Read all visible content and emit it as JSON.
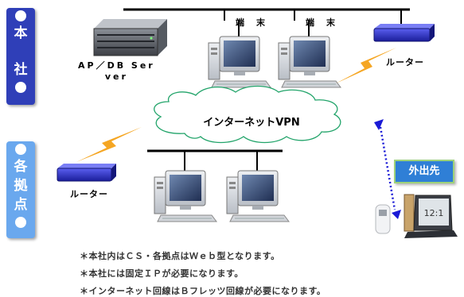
{
  "hq": {
    "chars": [
      "本",
      "社"
    ]
  },
  "branch": {
    "chars": [
      "各",
      "拠",
      "点"
    ]
  },
  "terminal_labels": [
    "端　末",
    "端　末"
  ],
  "server_label": {
    "line1": "AP／DB Ser",
    "line2": "ver"
  },
  "router_top_label": "ルーター",
  "router_bottom_label": "ルーター",
  "vpn_label": "インターネットVPN",
  "remote_label": "外出先",
  "notes": [
    "＊本社内はＣＳ・各拠点はＷｅｂ型となります。",
    "＊本社には固定ＩＰが必要になります。",
    "＊インターネット回線はＢフレッツ回線が必要になります。"
  ],
  "colors": {
    "hq_box": "#2f3fb8",
    "branch_box": "#6aa8ee",
    "remote_box": "#2f7fd6",
    "lightning": "#f5a623",
    "router": "#2a2ec0"
  }
}
